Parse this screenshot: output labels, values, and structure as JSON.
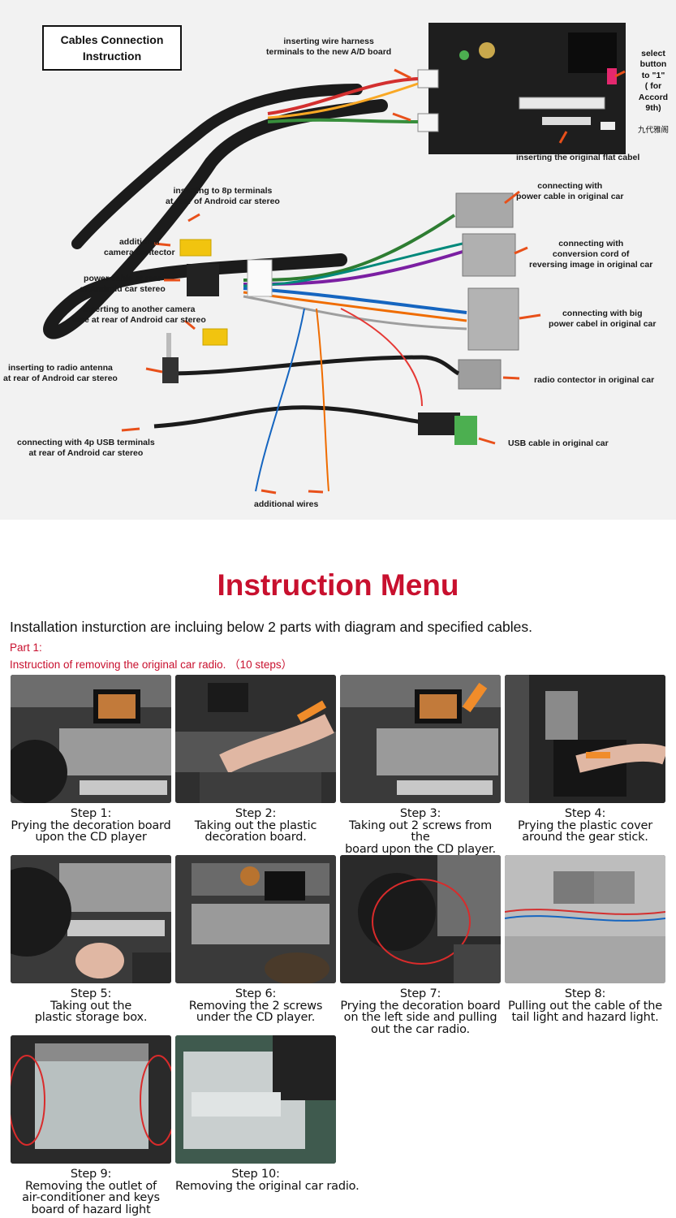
{
  "diagram": {
    "title": "Cables Connection\nInstruction",
    "labels": {
      "wire_harness": "inserting wire harness\nterminals to  the new A/D board",
      "select_button": "select\nbutton\nto \"1\"\n(  for\nAccord\n9th)",
      "select_button_cn": "九代雅阁",
      "flat_cable": "inserting the original flat cabel",
      "terminals_8p": "inserting to 8p terminals\nat rear of Android car stereo",
      "power_cable_original": "connecting with\npower cable  in original car",
      "camera_contector": "additional\ncamera contector",
      "reversing_image": "connecting with\nconversion cord of\nreversing image in original car",
      "power_cable_rear": "power cable at rear\nof Android car stereo",
      "another_camera": "inserting to another  camera\nwire at rear of Android car stereo",
      "big_power_cable": "connecting with  big\npower cabel in original car",
      "radio_antenna": "inserting to radio antenna\nat rear of Android car stereo",
      "radio_contector": "radio contector in original car",
      "usb_terminals": "connecting with 4p USB terminals\nat rear of Android car stereo",
      "usb_cable": "USB cable in original car",
      "additional_wires": "additional wires"
    }
  },
  "menu": {
    "title": "Instruction Menu",
    "intro": "Installation insturction are incluing below 2 parts with diagram and specified cables.",
    "part_title": "Part 1:",
    "part_desc": "Instruction of removing the original car radio.  （10 steps）"
  },
  "steps": [
    {
      "num": "Step 1:",
      "text": "Prying the decoration board\nupon the CD player"
    },
    {
      "num": "Step 2:",
      "text": "Taking out the plastic\ndecoration board."
    },
    {
      "num": "Step 3:",
      "text": "Taking out 2 screws from the\nboard upon the CD player."
    },
    {
      "num": "Step 4:",
      "text": "Prying the plastic cover\naround the gear stick."
    },
    {
      "num": "Step 5:",
      "text": "Taking out the\nplastic storage box."
    },
    {
      "num": "Step 6:",
      "text": "Removing the 2 screws\nunder the CD player."
    },
    {
      "num": "Step 7:",
      "text": "Prying the decoration board\non the left side and pulling\nout the car radio."
    },
    {
      "num": "Step 8:",
      "text": "Pulling out the cable of the\ntail light and hazard light."
    },
    {
      "num": "Step 9:",
      "text": "Removing the outlet of\nair-conditioner and keys\nboard of hazard light"
    },
    {
      "num": "Step 10:",
      "text": "Removing the original car radio."
    }
  ],
  "colors": {
    "accent_red": "#c8102e",
    "arrow_orange": "#e8501a"
  }
}
